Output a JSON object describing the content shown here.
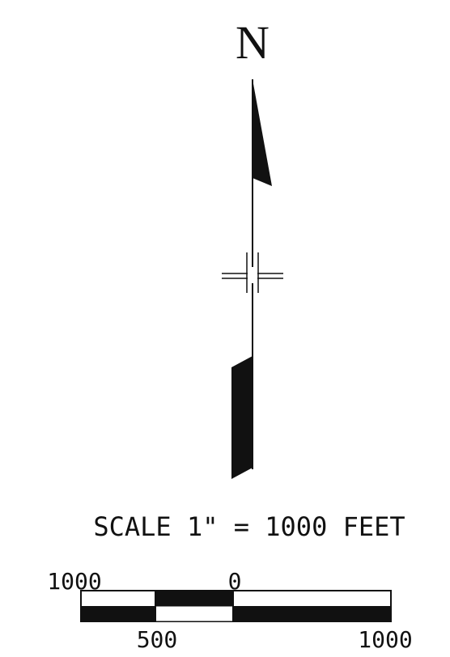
{
  "north_arrow": {
    "north_label": "N",
    "icon": "north-arrow-icon",
    "ink_color": "#111111"
  },
  "scale": {
    "label": "SCALE 1\" = 1000 FEET",
    "ticks_top": [
      "1000",
      "0"
    ],
    "ticks_bottom": [
      "500",
      "1000"
    ],
    "units": "FEET",
    "bar_colors": {
      "fill": "#111111",
      "empty": "#ffffff"
    }
  }
}
